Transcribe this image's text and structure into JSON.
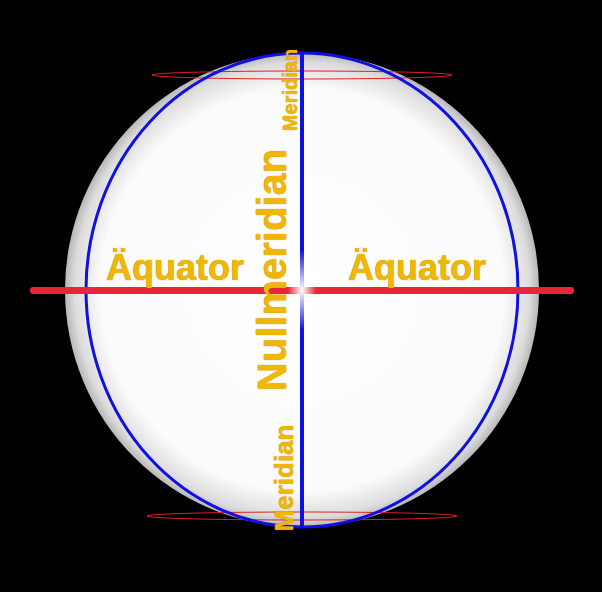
{
  "diagram": {
    "labels": [
      "Äquator",
      "Äquator",
      "Nullmeridian",
      "Meridian",
      "Meridian"
    ]
  }
}
